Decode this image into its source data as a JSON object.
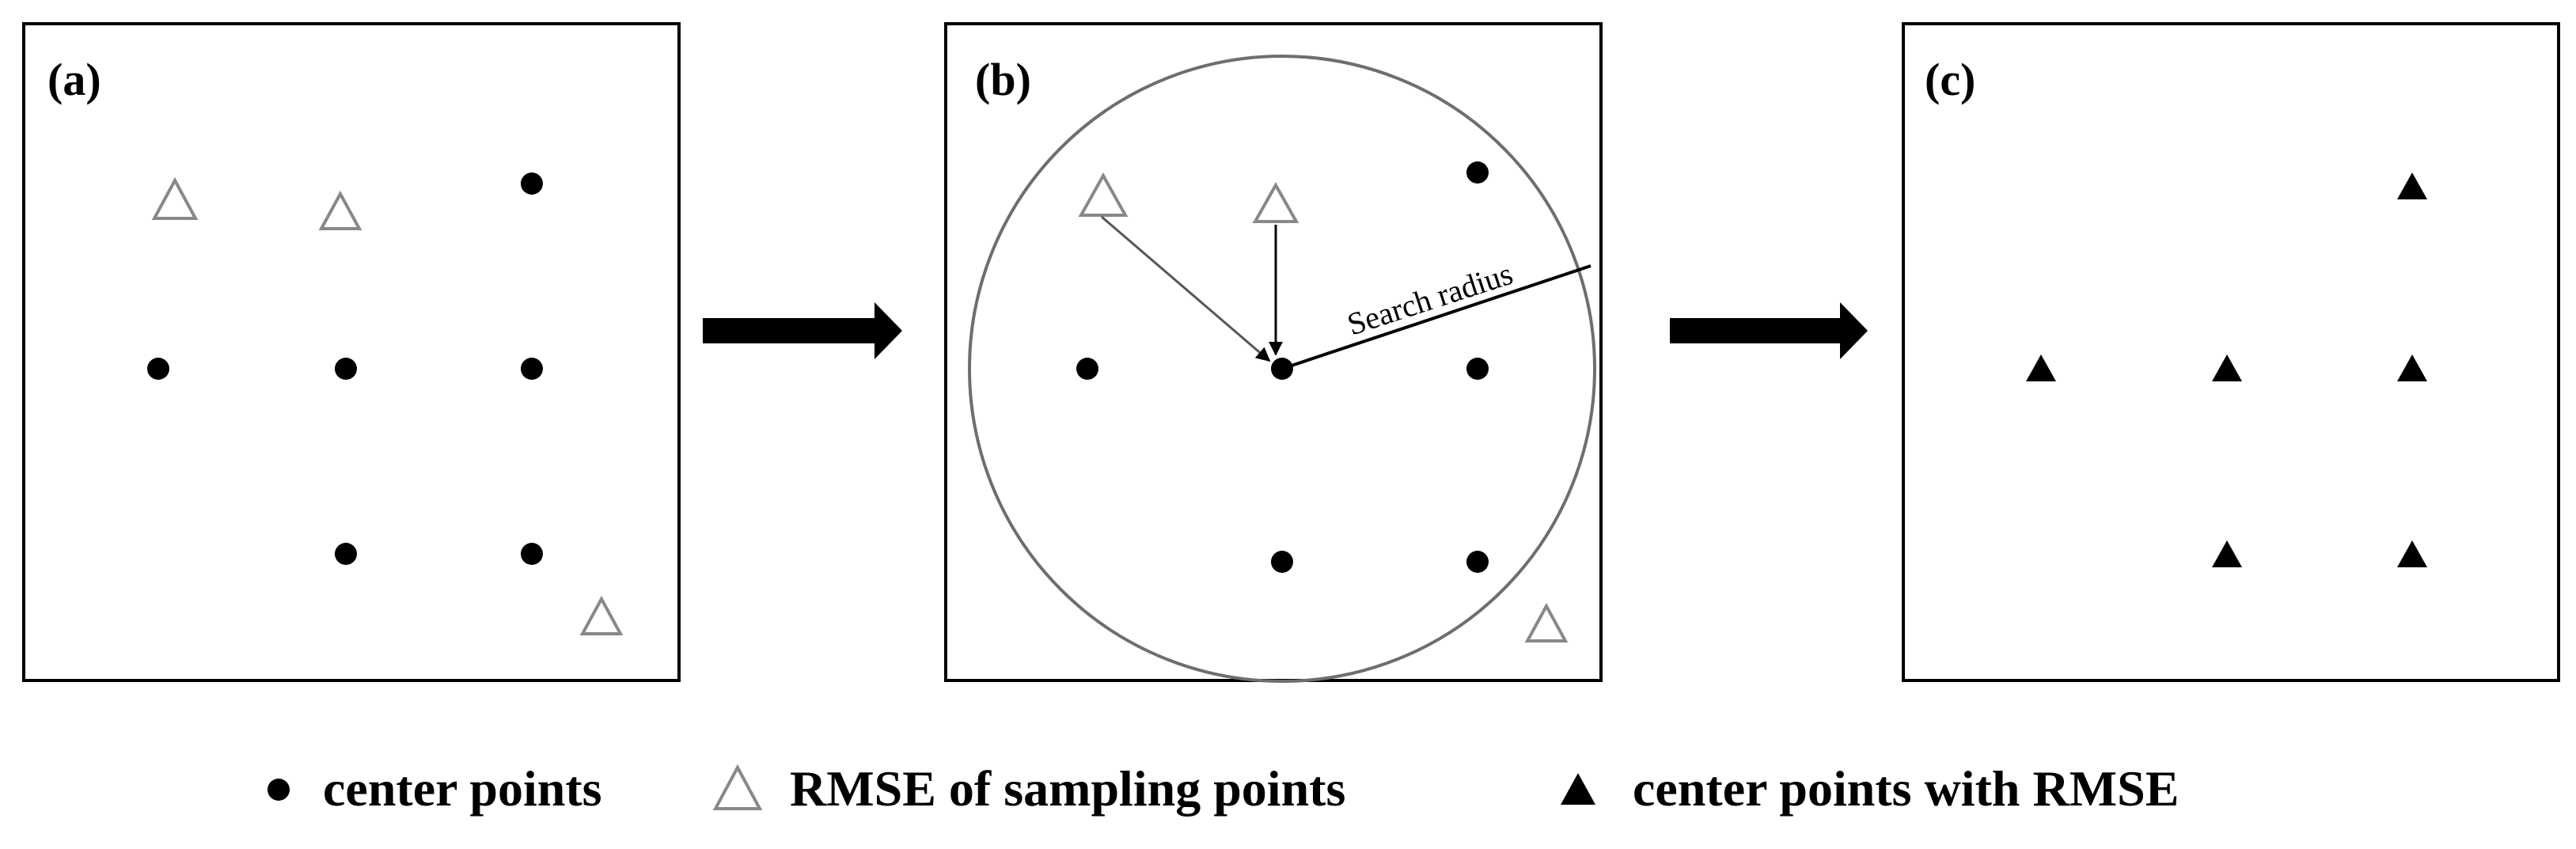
{
  "panels": {
    "a": {
      "label": "(a)"
    },
    "b": {
      "label": "(b)",
      "radius_label": "Search radius"
    },
    "c": {
      "label": "(c)"
    }
  },
  "legend": {
    "center_points": "center points",
    "rmse_sampling": "RMSE of sampling points",
    "center_with_rmse": "center points with RMSE"
  },
  "colors": {
    "ink": "#000000",
    "sampling_outline": "#888888",
    "circle": "#6e6e6e"
  }
}
